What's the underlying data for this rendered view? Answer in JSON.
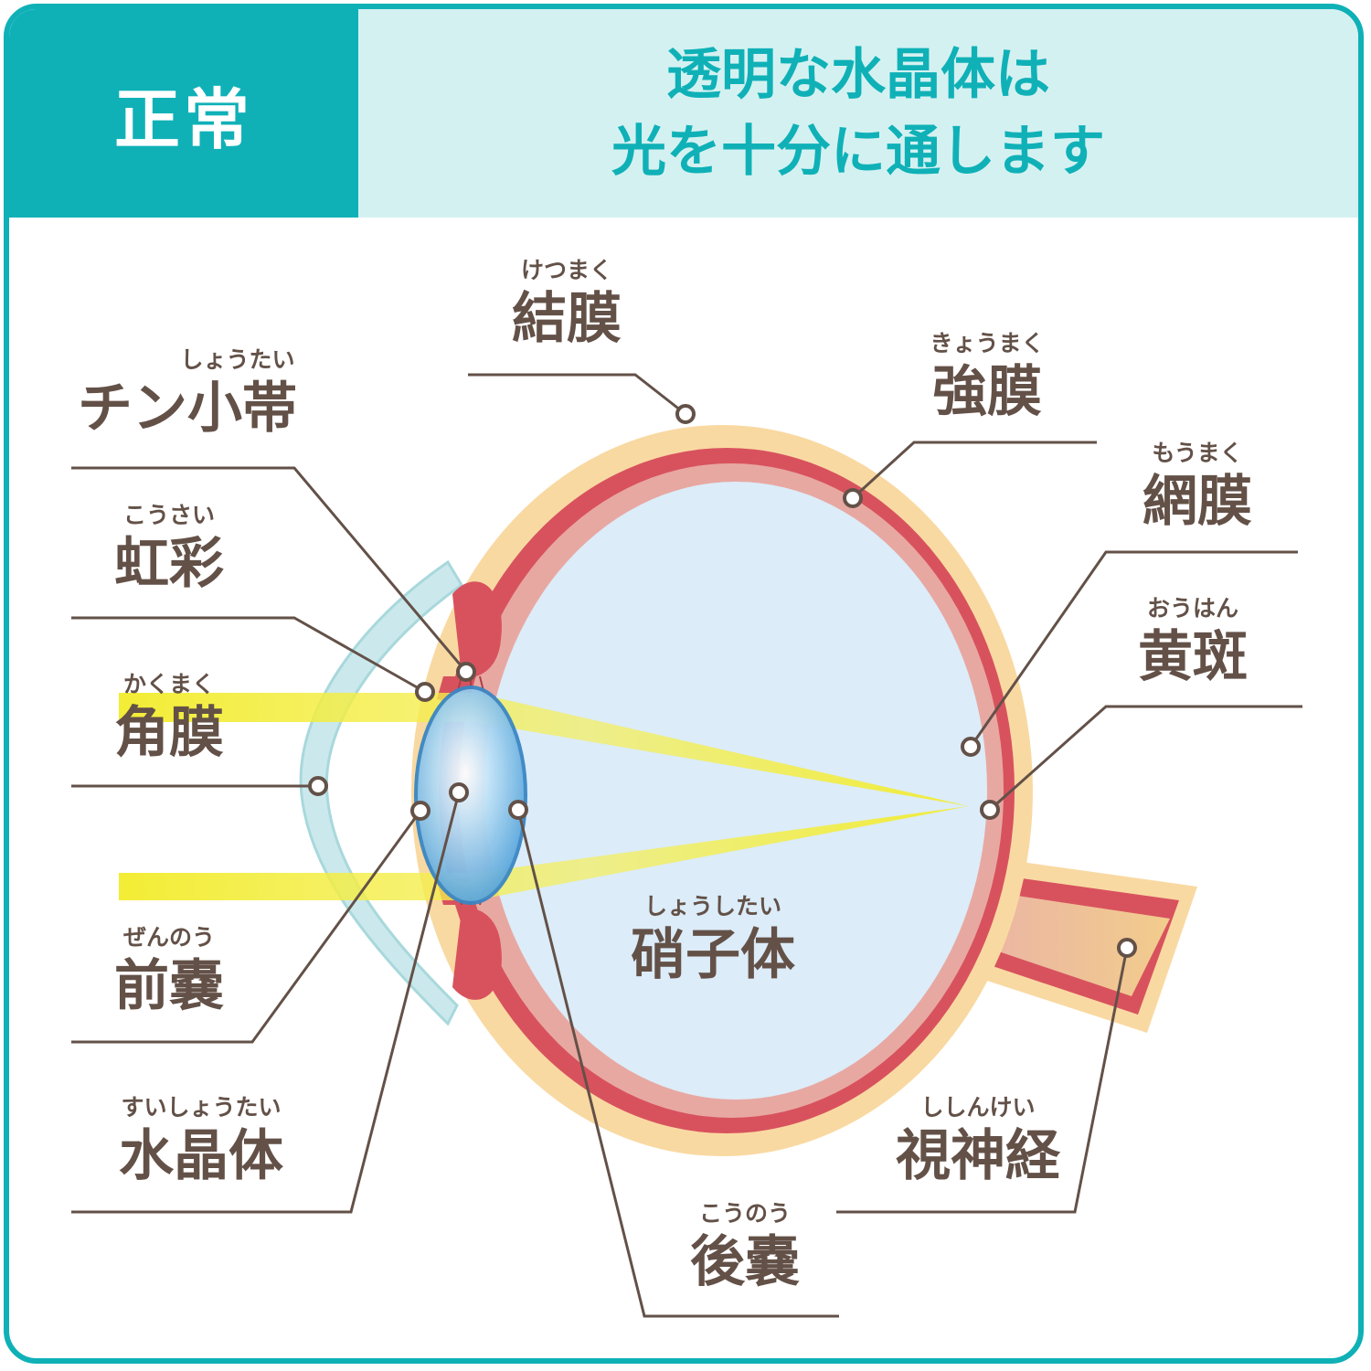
{
  "badge": "正常",
  "title": [
    "透明な水晶体は",
    "光を十分に通します"
  ],
  "colors": {
    "teal": "#0fb1b7",
    "title_bg": "#d4f1f1",
    "text": "#635148",
    "sclera": "#f9d9a2",
    "choroid": "#d8525e",
    "retina": "#e8a8a2",
    "vitreous": "#dcecf8",
    "cornea": "#cbe9ec",
    "lens": "#6db8e6",
    "light": "#f2ec2a"
  },
  "labels": [
    {
      "id": "ketsumaku",
      "ruby": "けつまく",
      "text": "結膜"
    },
    {
      "id": "zinn",
      "ruby": "しょうたい",
      "text": "チン小帯"
    },
    {
      "id": "kyoumaku",
      "ruby": "きょうまく",
      "text": "強膜"
    },
    {
      "id": "moumaku",
      "ruby": "もうまく",
      "text": "網膜"
    },
    {
      "id": "kousai",
      "ruby": "こうさい",
      "text": "虹彩"
    },
    {
      "id": "ouhan",
      "ruby": "おうはん",
      "text": "黄斑"
    },
    {
      "id": "kakumaku",
      "ruby": "かくまく",
      "text": "角膜"
    },
    {
      "id": "shoushitai",
      "ruby": "しょうしたい",
      "text": "硝子体"
    },
    {
      "id": "zennou",
      "ruby": "ぜんのう",
      "text": "前嚢"
    },
    {
      "id": "suishoutai",
      "ruby": "すいしょうたい",
      "text": "水晶体"
    },
    {
      "id": "shishinkei",
      "ruby": "ししんけい",
      "text": "視神経"
    },
    {
      "id": "kounou",
      "ruby": "こうのう",
      "text": "後嚢"
    }
  ]
}
